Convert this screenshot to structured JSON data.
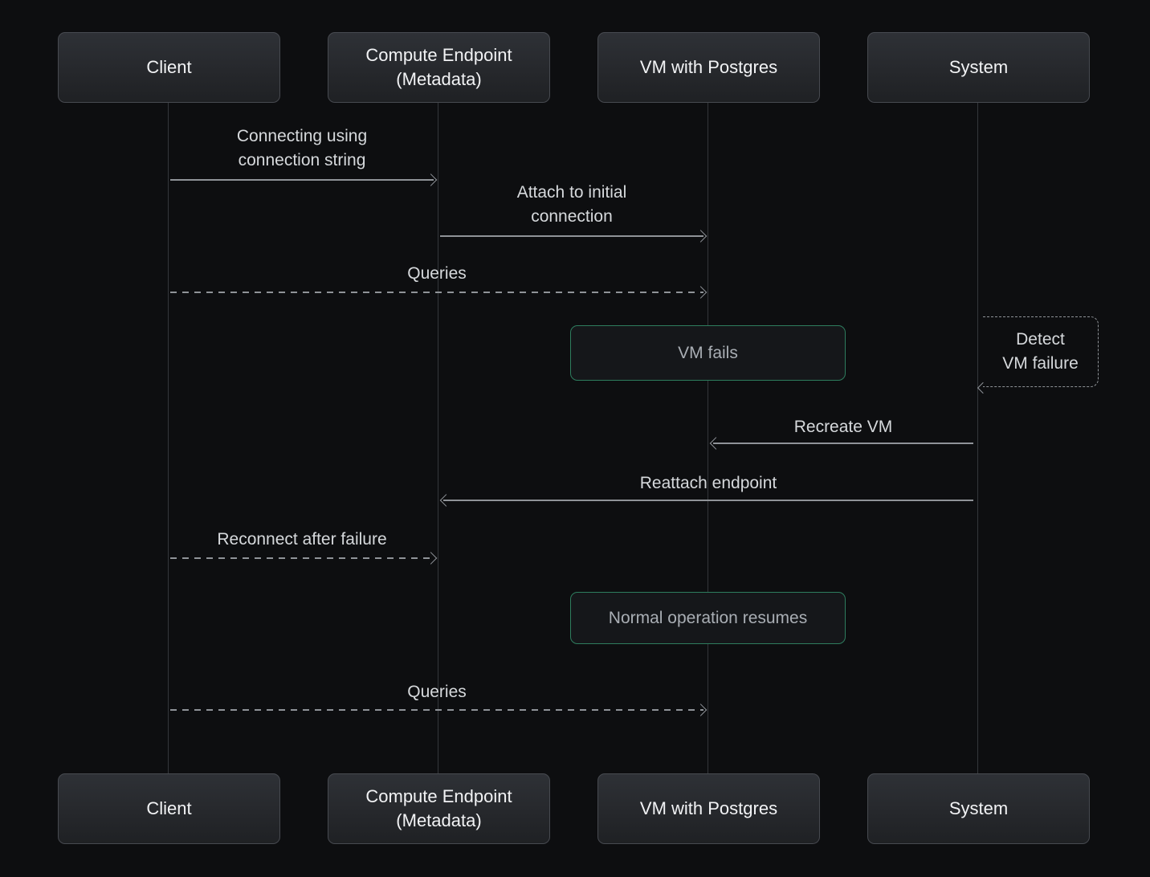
{
  "colors": {
    "bg": "#0d0e10",
    "green": "#2e7d5e",
    "line": "#8f9398",
    "text-primary": "#f2f3f5",
    "text-secondary": "#d6d9dc",
    "text-muted": "#a9aeb4"
  },
  "actors": [
    {
      "label": "Client"
    },
    {
      "label": "Compute Endpoint (Metadata)"
    },
    {
      "label": "VM with Postgres"
    },
    {
      "label": "System"
    }
  ],
  "messages": [
    {
      "label": "Connecting using\nconnection string",
      "from": "Client",
      "to": "Compute Endpoint (Metadata)",
      "style": "solid",
      "direction": "right"
    },
    {
      "label": "Attach to initial\nconnection",
      "from": "Compute Endpoint (Metadata)",
      "to": "VM with Postgres",
      "style": "solid",
      "direction": "right"
    },
    {
      "label": "Queries",
      "from": "Client",
      "to": "VM with Postgres",
      "style": "dashed",
      "direction": "right"
    },
    {
      "label": "Recreate VM",
      "from": "System",
      "to": "VM with Postgres",
      "style": "solid",
      "direction": "left"
    },
    {
      "label": "Reattach endpoint",
      "from": "System",
      "to": "Compute Endpoint (Metadata)",
      "style": "solid",
      "direction": "left"
    },
    {
      "label": "Reconnect after failure",
      "from": "Client",
      "to": "Compute Endpoint (Metadata)",
      "style": "dashed",
      "direction": "right"
    },
    {
      "label": "Queries",
      "from": "Client",
      "to": "VM with Postgres",
      "style": "dashed",
      "direction": "right"
    }
  ],
  "states": [
    {
      "label": "VM fails",
      "actor": "VM with Postgres"
    },
    {
      "label": "Normal operation resumes",
      "actor": "VM with Postgres"
    }
  ],
  "self_note": {
    "label": "Detect\nVM failure",
    "actor": "System"
  }
}
